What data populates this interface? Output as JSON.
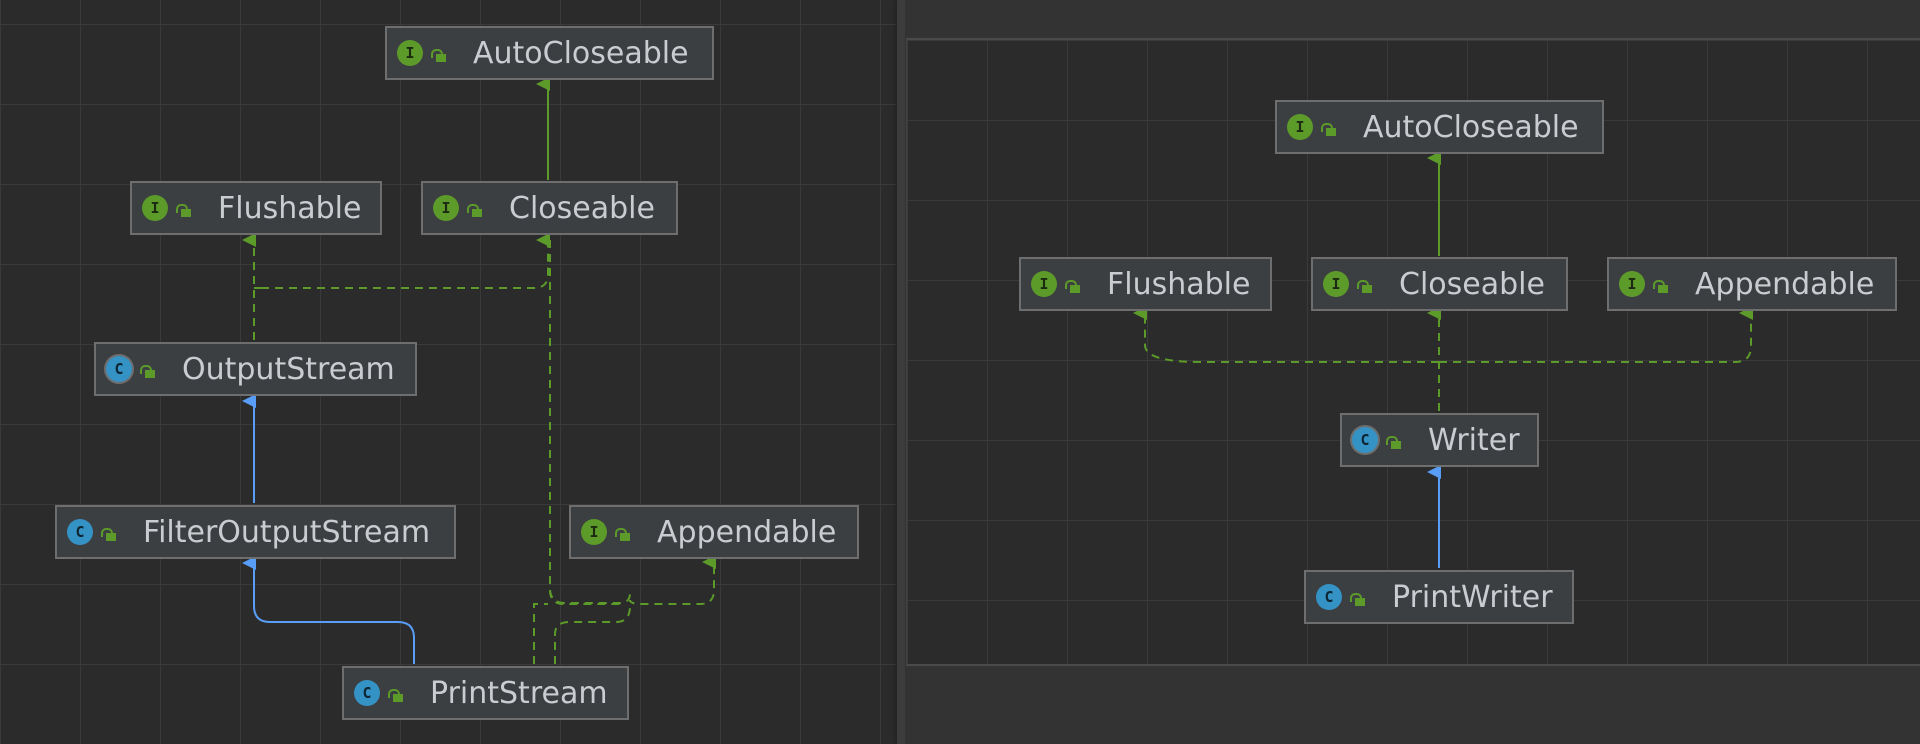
{
  "left_diagram": {
    "nodes": {
      "autocloseable": {
        "label": "AutoCloseable",
        "kind": "I"
      },
      "flushable": {
        "label": "Flushable",
        "kind": "I"
      },
      "closeable": {
        "label": "Closeable",
        "kind": "I"
      },
      "outputstream": {
        "label": "OutputStream",
        "kind": "C"
      },
      "filteroutputstream": {
        "label": "FilterOutputStream",
        "kind": "C"
      },
      "appendable": {
        "label": "Appendable",
        "kind": "I"
      },
      "printstream": {
        "label": "PrintStream",
        "kind": "C"
      }
    }
  },
  "right_diagram": {
    "nodes": {
      "autocloseable": {
        "label": "AutoCloseable",
        "kind": "I"
      },
      "flushable": {
        "label": "Flushable",
        "kind": "I"
      },
      "closeable": {
        "label": "Closeable",
        "kind": "I"
      },
      "appendable": {
        "label": "Appendable",
        "kind": "I"
      },
      "writer": {
        "label": "Writer",
        "kind": "C"
      },
      "printwriter": {
        "label": "PrintWriter",
        "kind": "C"
      }
    }
  },
  "colors": {
    "implements_edge": "#5c9a2a",
    "extends_edge": "#589df6",
    "interface_badge": "#5c9a2a",
    "class_badge": "#3592c4"
  }
}
